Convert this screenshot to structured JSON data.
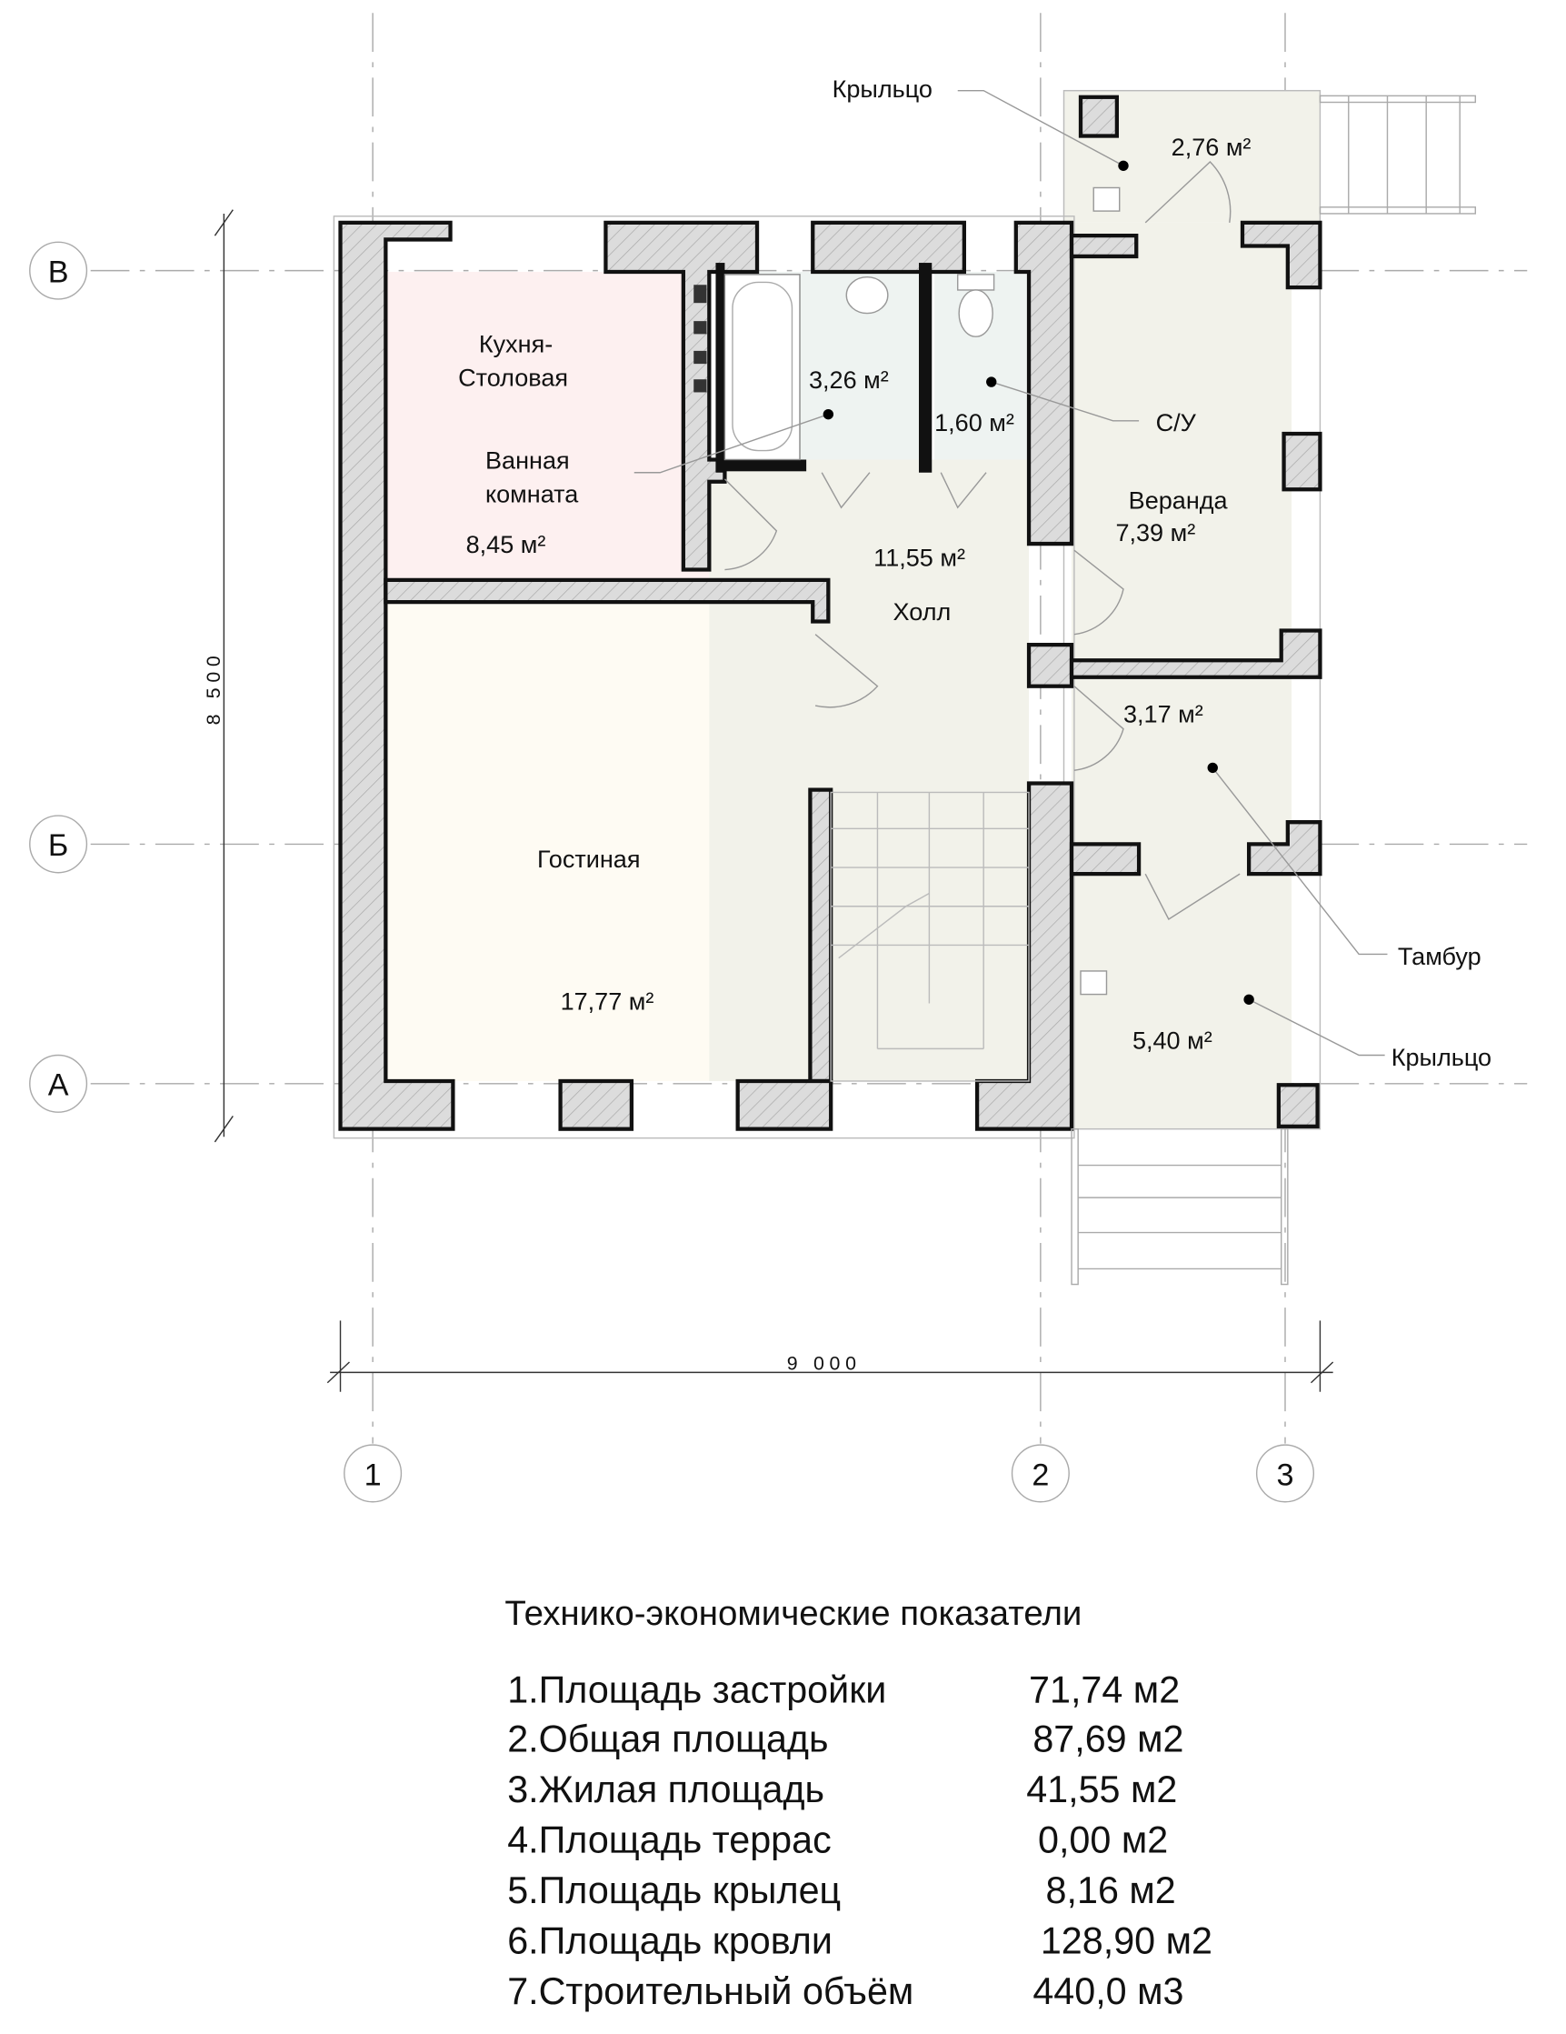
{
  "plan": {
    "axes": {
      "rows": [
        "В",
        "Б",
        "А"
      ],
      "cols": [
        "1",
        "2",
        "3"
      ]
    },
    "dimensions": {
      "height": "8 500",
      "width": "9 000"
    },
    "rooms": {
      "kitchen_name": "Кухня-",
      "kitchen_name2": "Столовая",
      "kitchen_area": "8,45 м²",
      "bath_callout1": "Ванная",
      "bath_callout2": "комната",
      "bath_area": "3,26 м²",
      "wc_area": "1,60 м²",
      "wc_callout": "С/У",
      "hall_name": "Холл",
      "hall_area": "11,55 м²",
      "living_name": "Гостиная",
      "living_area": "17,77 м²",
      "veranda_name": "Веранда",
      "veranda_area": "7,39 м²",
      "vestibule_area": "3,17 м²",
      "vestibule_callout": "Тамбур",
      "porch_top_callout": "Крыльцо",
      "porch_top_area": "2,76 м²",
      "porch_bottom_callout": "Крыльцо",
      "porch_bottom_area": "5,40 м²"
    },
    "colors": {
      "kitchen": "#fdf0f0",
      "wet": "#eef3f1",
      "hall": "#f2f2ea",
      "living": "#fefbf3"
    }
  },
  "indicators": {
    "title": "Технико-экономические показатели",
    "rows": [
      {
        "label": "1.Площадь застройки",
        "value": "71,74 м2"
      },
      {
        "label": "2.Общая площадь",
        "value": "87,69 м2"
      },
      {
        "label": "3.Жилая площадь",
        "value": "41,55 м2"
      },
      {
        "label": "4.Площадь террас",
        "value": "0,00 м2"
      },
      {
        "label": "5.Площадь крылец",
        "value": "8,16 м2"
      },
      {
        "label": "6.Площадь кровли",
        "value": "128,90 м2"
      },
      {
        "label": "7.Строительный объём",
        "value": "440,0 м3"
      }
    ]
  }
}
